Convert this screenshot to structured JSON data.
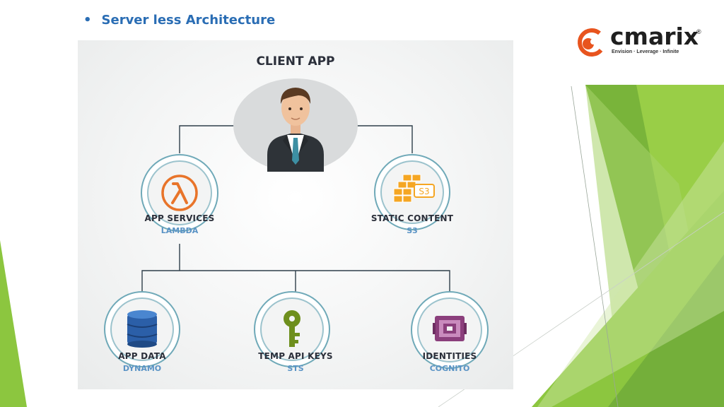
{
  "slide": {
    "bullet": "•",
    "title": "Server less Architecture"
  },
  "logo": {
    "word": "cmarix",
    "registered": "®",
    "tagline": "Envision · Leverage · Infinite",
    "colors": {
      "orange": "#e8541e",
      "dark": "#1f1f1f"
    }
  },
  "diagram": {
    "root": {
      "title": "CLIENT APP",
      "icon": "businessman-icon"
    },
    "services": [
      {
        "title": "APP SERVICES",
        "subtitle": "LAMBDA",
        "icon": "lambda-icon"
      },
      {
        "title": "STATIC CONTENT",
        "subtitle": "S3",
        "icon": "s3-bucket-icon",
        "icon_text": "S3"
      }
    ],
    "data_layer": [
      {
        "title": "APP DATA",
        "subtitle": "DYNAMO",
        "icon": "dynamodb-icon"
      },
      {
        "title": "TEMP API KEYS",
        "subtitle": "STS",
        "icon": "key-icon"
      },
      {
        "title": "IDENTITIES",
        "subtitle": "COGNITO",
        "icon": "cognito-icon"
      }
    ],
    "colors": {
      "title": "#2b2f3a",
      "subtitle": "#5a93c5",
      "ring": "#6fa9b8",
      "lambda": "#e8742a",
      "s3": "#f5a623",
      "dynamo": "#2b5fa8",
      "sts": "#6e8f1d",
      "cognito": "#8b3f7c"
    }
  },
  "theme": {
    "accent_green": "#8cc63f",
    "title_blue": "#2a6db4"
  }
}
